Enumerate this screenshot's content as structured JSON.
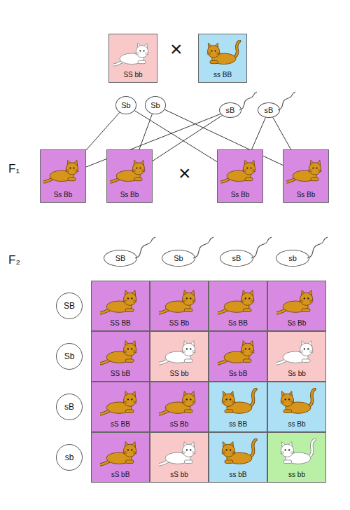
{
  "diagram": {
    "nodes": [
      {
        "text": [
          "SS bb"
        ]
      },
      {
        "text": [
          "ss BB"
        ]
      },
      {
        "text": [
          "Sb"
        ]
      },
      {
        "text": [
          "Sb"
        ]
      },
      {
        "text": [
          "sB"
        ]
      },
      {
        "text": [
          "sB"
        ]
      },
      {
        "text": [
          "Ss Bb"
        ]
      },
      {
        "text": [
          "Ss Bb"
        ]
      },
      {
        "text": [
          "Ss Bb"
        ]
      },
      {
        "text": [
          "Ss Bb"
        ]
      },
      {
        "text": [
          "SB"
        ]
      },
      {
        "text": [
          "Sb"
        ]
      },
      {
        "text": [
          "sB"
        ]
      },
      {
        "text": [
          "sb"
        ]
      },
      {
        "text": [
          "SB"
        ]
      },
      {
        "text": [
          "SS BB"
        ]
      },
      {
        "text": [
          "SS Bb"
        ]
      },
      {
        "text": [
          "Ss BB"
        ]
      },
      {
        "text": [
          "Ss Bb"
        ]
      },
      {
        "text": [
          "Sb"
        ]
      },
      {
        "text": [
          "SS bB"
        ]
      },
      {
        "text": [
          "SS bb"
        ]
      },
      {
        "text": [
          "Ss bB"
        ]
      },
      {
        "text": [
          "Ss bb"
        ]
      },
      {
        "text": [
          "sB"
        ]
      },
      {
        "text": [
          "sS BB"
        ]
      },
      {
        "text": [
          "sS Bb"
        ]
      },
      {
        "text": [
          "ss BB"
        ]
      },
      {
        "text": [
          "ss Bb"
        ]
      },
      {
        "text": [
          "sb"
        ]
      },
      {
        "text": [
          "sS bB"
        ]
      },
      {
        "text": [
          "sS bb"
        ]
      },
      {
        "text": [
          "ss bB"
        ]
      },
      {
        "text": [
          "ss bb"
        ]
      }
    ],
    "edges": [
      {
        "from": 2,
        "to": 6,
        "arrow": "none"
      },
      {
        "from": 2,
        "to": 8,
        "arrow": "none"
      },
      {
        "from": 3,
        "to": 7,
        "arrow": "none"
      },
      {
        "from": 3,
        "to": 9,
        "arrow": "none"
      },
      {
        "from": 4,
        "to": 6,
        "arrow": "none"
      },
      {
        "from": 4,
        "to": 7,
        "arrow": "none"
      },
      {
        "from": 5,
        "to": 8,
        "arrow": "none"
      },
      {
        "from": 5,
        "to": 9,
        "arrow": "none"
      }
    ],
    "labels": [
      "×",
      "F₁",
      "×",
      "F₂"
    ]
  }
}
